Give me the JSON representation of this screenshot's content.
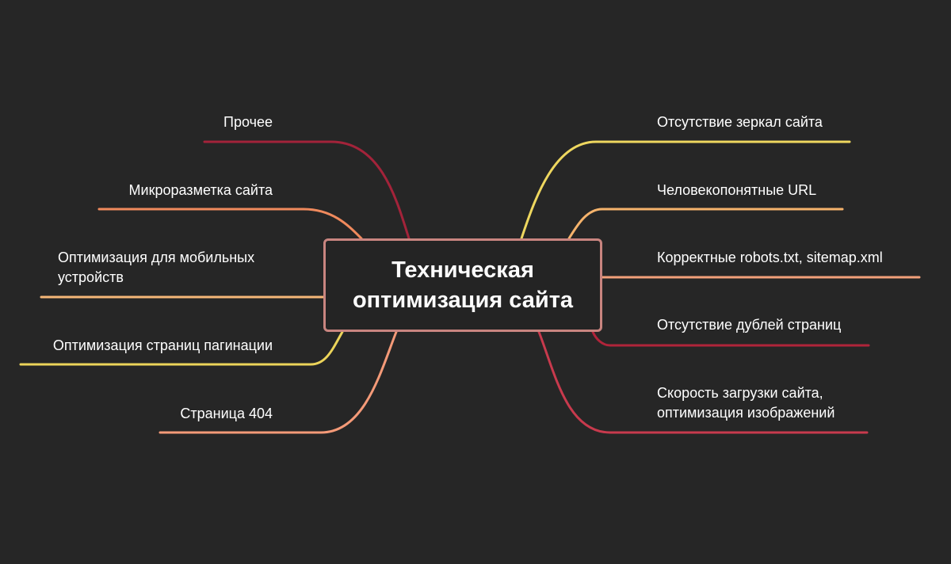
{
  "center": {
    "lines": [
      "Техническая",
      "оптимизация сайта"
    ],
    "border_color": "#c98580"
  },
  "left_branches": [
    {
      "label_lines": [
        "Прочее"
      ],
      "color": "#a3233a"
    },
    {
      "label_lines": [
        "Микроразметка сайта"
      ],
      "color": "#f08a5d"
    },
    {
      "label_lines": [
        "Оптимизация для мобильных",
        "устройств"
      ],
      "color": "#f5b778"
    },
    {
      "label_lines": [
        "Оптимизация страниц пагинации"
      ],
      "color": "#ecd45a"
    },
    {
      "label_lines": [
        "Страница 404"
      ],
      "color": "#f49a78"
    }
  ],
  "right_branches": [
    {
      "label_lines": [
        "Отсутствие зеркал сайта"
      ],
      "color": "#eed75f"
    },
    {
      "label_lines": [
        "Человекопонятные URL"
      ],
      "color": "#f5b36c"
    },
    {
      "label_lines": [
        "Корректные robots.txt, sitemap.xml"
      ],
      "color": "#f2a07a"
    },
    {
      "label_lines": [
        "Отсутствие дублей страниц"
      ],
      "color": "#b0243a"
    },
    {
      "label_lines": [
        "Скорость загрузки сайта,",
        "оптимизация изображений"
      ],
      "color": "#c83a4d"
    }
  ]
}
